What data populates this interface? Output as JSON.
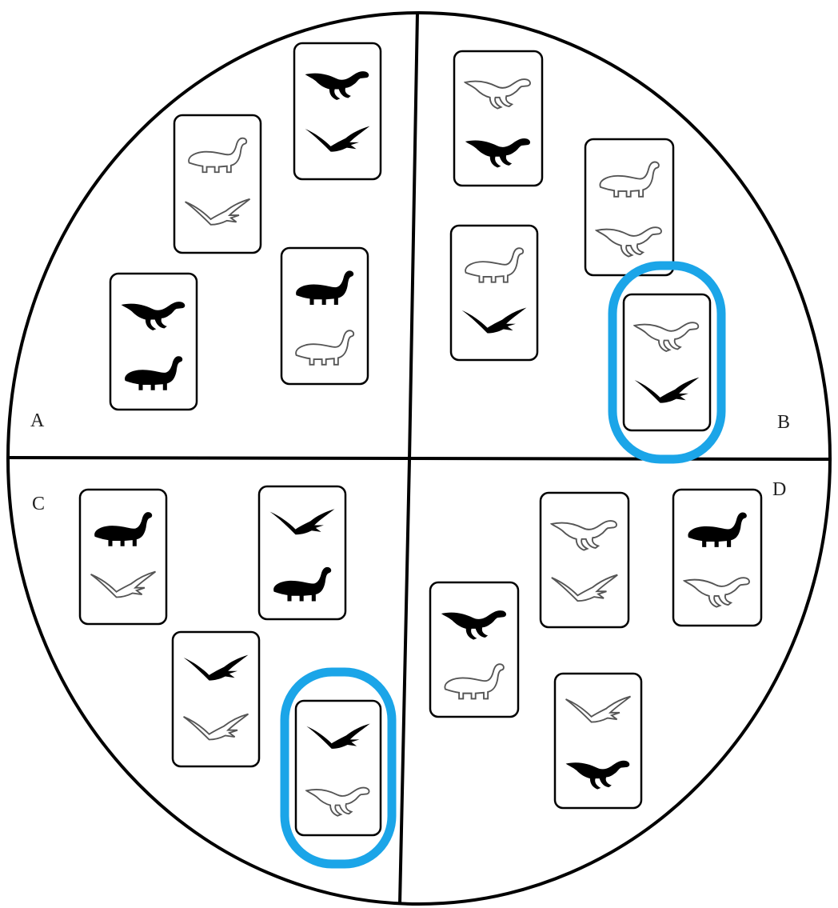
{
  "diagram": {
    "quadrants": [
      {
        "label": "A",
        "cards": [
          {
            "top": "raptor-solid",
            "bottom": "pterosaur-solid",
            "highlighted": false
          },
          {
            "top": "sauropod-outline",
            "bottom": "pterosaur-outline",
            "highlighted": false
          },
          {
            "top": "sauropod-solid",
            "bottom": "sauropod-outline",
            "highlighted": false
          },
          {
            "top": "raptor-solid",
            "bottom": "sauropod-solid",
            "highlighted": false
          }
        ]
      },
      {
        "label": "B",
        "cards": [
          {
            "top": "raptor-outline",
            "bottom": "raptor-solid",
            "highlighted": false
          },
          {
            "top": "sauropod-outline",
            "bottom": "raptor-outline",
            "highlighted": false
          },
          {
            "top": "sauropod-outline",
            "bottom": "pterosaur-solid",
            "highlighted": false
          },
          {
            "top": "raptor-outline",
            "bottom": "pterosaur-solid",
            "highlighted": true
          }
        ]
      },
      {
        "label": "C",
        "cards": [
          {
            "top": "sauropod-solid",
            "bottom": "pterosaur-outline",
            "highlighted": false
          },
          {
            "top": "pterosaur-solid",
            "bottom": "sauropod-solid",
            "highlighted": false
          },
          {
            "top": "pterosaur-solid",
            "bottom": "pterosaur-outline",
            "highlighted": false
          },
          {
            "top": "pterosaur-solid",
            "bottom": "raptor-outline",
            "highlighted": true
          }
        ]
      },
      {
        "label": "D",
        "cards": [
          {
            "top": "raptor-outline",
            "bottom": "pterosaur-outline",
            "highlighted": false
          },
          {
            "top": "sauropod-solid",
            "bottom": "raptor-outline",
            "highlighted": false
          },
          {
            "top": "raptor-solid",
            "bottom": "sauropod-outline",
            "highlighted": false
          },
          {
            "top": "pterosaur-outline",
            "bottom": "raptor-solid",
            "highlighted": false
          }
        ]
      }
    ],
    "colors": {
      "line": "#000000",
      "card_border": "#000000",
      "highlight": "#1ba5e8",
      "solid_fill": "#000000",
      "outline_stroke": "#555555"
    }
  }
}
